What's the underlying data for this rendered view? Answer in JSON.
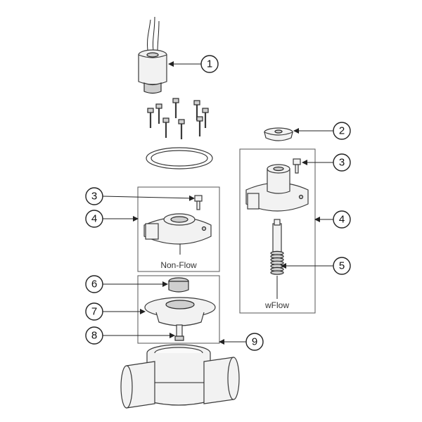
{
  "callouts": [
    {
      "id": "1",
      "label": "1"
    },
    {
      "id": "2",
      "label": "2"
    },
    {
      "id": "3a",
      "label": "3"
    },
    {
      "id": "3b",
      "label": "3"
    },
    {
      "id": "4a",
      "label": "4"
    },
    {
      "id": "4b",
      "label": "4"
    },
    {
      "id": "5",
      "label": "5"
    },
    {
      "id": "6",
      "label": "6"
    },
    {
      "id": "7",
      "label": "7"
    },
    {
      "id": "8",
      "label": "8"
    },
    {
      "id": "9",
      "label": "9"
    }
  ],
  "boxes": {
    "non_flow_label": "Non-Flow",
    "w_flow_label": "wFlow"
  },
  "colors": {
    "line": "#3a3a3a",
    "fill_light": "#f2f2f2",
    "fill_dark": "#cfcfcf"
  }
}
